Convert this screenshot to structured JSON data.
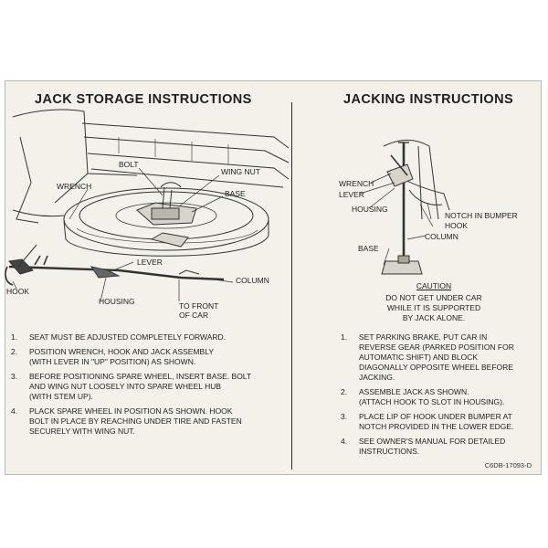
{
  "left": {
    "title": "JACK STORAGE INSTRUCTIONS",
    "labels": {
      "bolt": "BOLT",
      "wing_nut": "WING NUT",
      "wrench": "WRENCH",
      "base": "BASE",
      "lever": "LEVER",
      "column": "COLUMN",
      "hook": "HOOK",
      "housing": "HOUSING",
      "front_line1": "TO FRONT",
      "front_line2": "OF CAR"
    },
    "steps": [
      {
        "num": "1.",
        "lines": [
          "SEAT MUST BE ADJUSTED COMPLETELY FORWARD."
        ]
      },
      {
        "num": "2.",
        "lines": [
          "POSITION WRENCH, HOOK AND JACK ASSEMBLY",
          "(WITH LEVER IN \"UP\" POSITION) AS SHOWN."
        ]
      },
      {
        "num": "3.",
        "lines": [
          "BEFORE POSITIONING SPARE WHEEL, INSERT BASE. BOLT",
          "AND WING NUT LOOSELY INTO SPARE WHEEL HUB",
          "(WITH STEM UP)."
        ]
      },
      {
        "num": "4.",
        "lines": [
          "PLACK SPARE WHEEL IN POSITION AS SHOWN. HOOK",
          "BOLT IN PLACE BY REACHING UNDER TIRE AND FASTEN",
          "SECURELY WITH WING NUT."
        ]
      }
    ]
  },
  "right": {
    "title": "JACKING INSTRUCTIONS",
    "labels": {
      "wrench": "WRENCH",
      "lever": "LEVER",
      "housing": "HOUSING",
      "notch_line1": "NOTCH IN BUMPER",
      "notch_line2": "HOOK",
      "base": "BASE",
      "column": "COLUMN"
    },
    "caution": {
      "title": "CAUTION",
      "lines": [
        "DO NOT GET UNDER CAR",
        "WHILE IT IS SUPPORTED",
        "BY JACK ALONE."
      ]
    },
    "steps": [
      {
        "num": "1.",
        "lines": [
          "SET PARKING BRAKE. PUT CAR IN",
          "REVERSE GEAR (PARKED POSITION FOR",
          "AUTOMATIC SHIFT) AND BLOCK",
          "DIAGONALLY OPPOSITE WHEEL BEFORE",
          "JACKING."
        ]
      },
      {
        "num": "2.",
        "lines": [
          "ASSEMBLE JACK AS SHOWN.",
          "(ATTACH HOOK TO SLOT IN HOUSING)."
        ]
      },
      {
        "num": "3.",
        "lines": [
          "PLACE LIP OF HOOK UNDER BUMPER AT",
          "NOTCH PROVIDED IN THE LOWER EDGE."
        ]
      },
      {
        "num": "4.",
        "lines": [
          "SEE OWNER'S MANUAL FOR DETAILED",
          "INSTRUCTIONS."
        ]
      }
    ]
  },
  "part_number": "C6DB-17093-D"
}
